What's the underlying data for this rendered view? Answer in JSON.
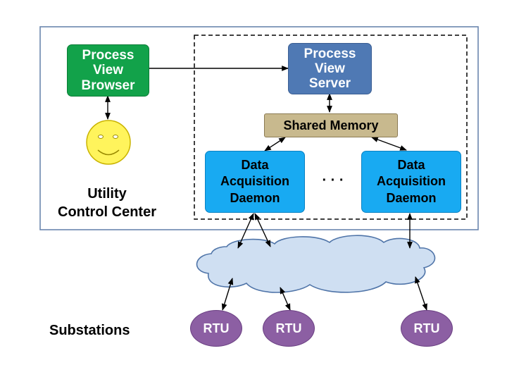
{
  "nodes": {
    "process_view_browser": [
      "Process",
      "View",
      "Browser"
    ],
    "process_view_server": [
      "Process",
      "View",
      "Server"
    ],
    "shared_memory": "Shared Memory",
    "daemon_1": [
      "Data",
      "Acquisition",
      "Daemon"
    ],
    "daemon_2": [
      "Data",
      "Acquisition",
      "Daemon"
    ],
    "ellipsis": "· · ·",
    "rtus": [
      "RTU",
      "RTU",
      "RTU"
    ]
  },
  "labels": {
    "control_center": [
      "Utility",
      "Control Center"
    ],
    "substations": "Substations"
  },
  "colors": {
    "browser": "#12a24a",
    "server": "#4f79b4",
    "shared_memory": "#c8b98e",
    "daemon": "#18aaf2",
    "rtu": "#8c5fa3",
    "cloud": "#cfdff2",
    "smiley": "#fff45c"
  }
}
